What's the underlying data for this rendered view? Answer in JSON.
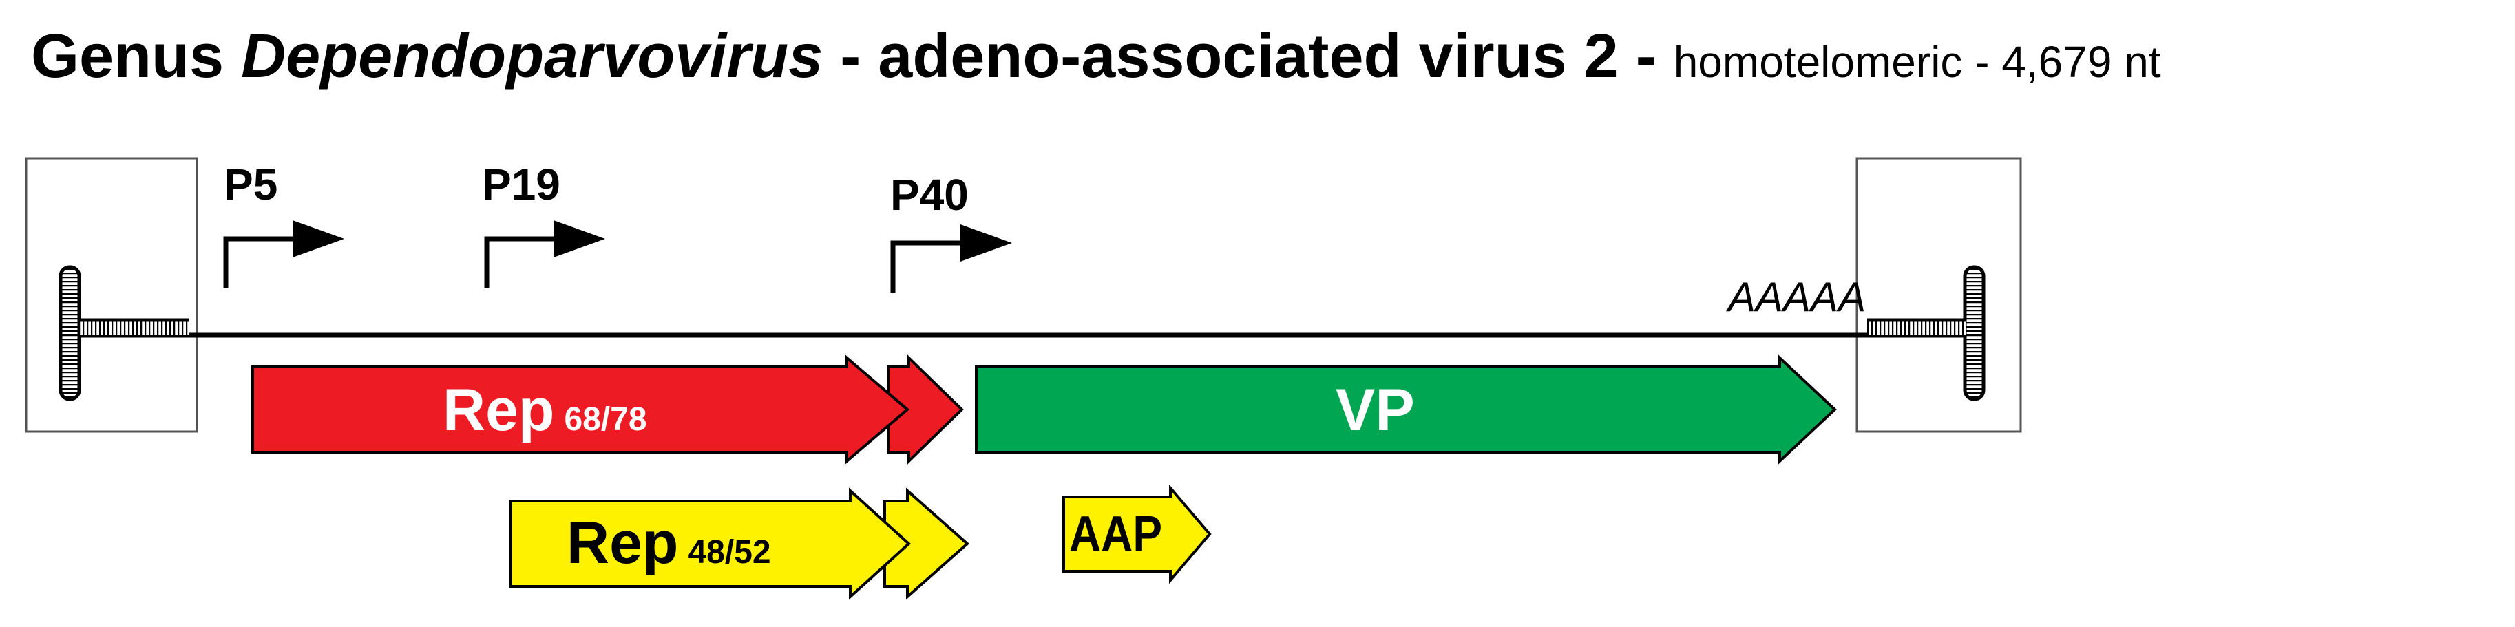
{
  "title": {
    "genus_prefix": "Genus ",
    "genus_name": "Dependoparvovirus",
    "separator_1": " - ",
    "virus_name": "adeno-associated virus 2",
    "separator_2": " - ",
    "genome_info": "homotelomeric - 4,679 nt"
  },
  "promoters": [
    {
      "label": "P5"
    },
    {
      "label": "P19"
    },
    {
      "label": "P40"
    }
  ],
  "polya": {
    "label": "AAAAA"
  },
  "orfs": {
    "rep68_78": {
      "name": "Rep",
      "sub": "68/78",
      "color": "#ed1c24",
      "text_color": "#ffffff"
    },
    "vp": {
      "name": "VP",
      "color": "#00a651",
      "text_color": "#ffffff"
    },
    "rep48_52": {
      "name": "Rep",
      "sub": "48/52",
      "color": "#fff200",
      "text_color": "#000000"
    },
    "aap": {
      "name": "AAP",
      "color": "#fff200",
      "text_color": "#000000"
    }
  },
  "colors": {
    "line": "#000000",
    "terminal_box": "#555555"
  },
  "icons": {
    "left_itr": "hairpin-itr-icon",
    "right_itr": "hairpin-itr-icon",
    "promoter": "bent-arrow-promoter-icon"
  }
}
